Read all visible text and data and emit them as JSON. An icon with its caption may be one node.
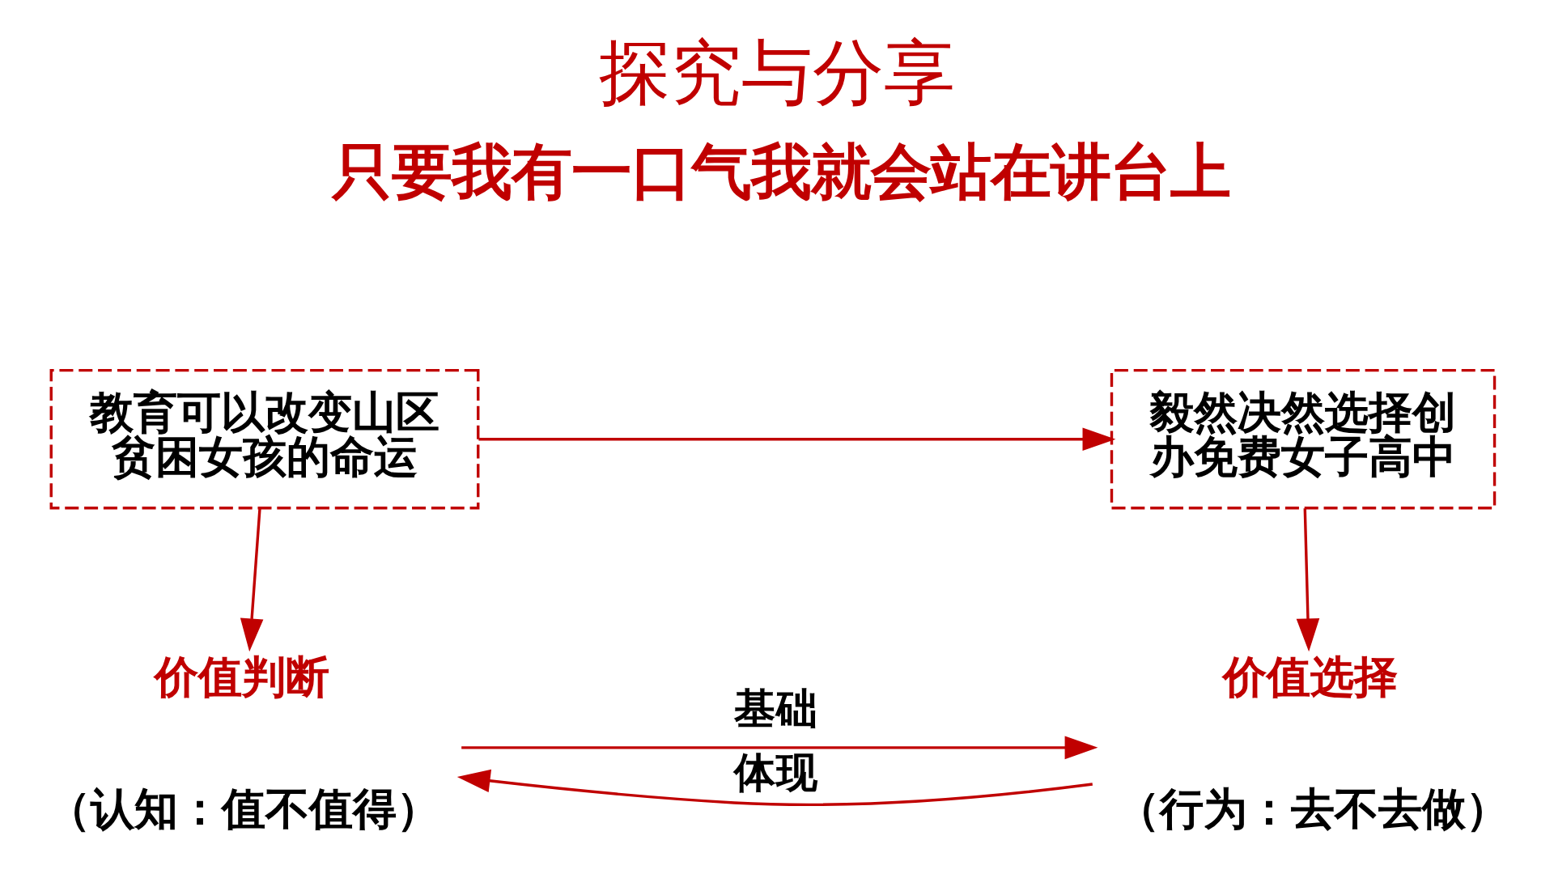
{
  "diagram": {
    "title": "探究与分享",
    "nodes": [
      {
        "text": [
          "教育可以改变山区贫困女孩的命运"
        ]
      },
      {
        "text": [
          "毅然决然选择创办免费女子高中"
        ]
      },
      {
        "text": [
          "价值判断"
        ],
        "beside": [
          "（认知：值不值得）"
        ]
      },
      {
        "text": [
          "价值选择"
        ],
        "beside": [
          "（行为：去不去做）"
        ]
      }
    ],
    "edges": [
      {
        "from": 0,
        "to": 1,
        "arrow": "to"
      },
      {
        "from": 0,
        "to": 2,
        "arrow": "to"
      },
      {
        "from": 1,
        "to": 3,
        "arrow": "to"
      },
      {
        "from": 2,
        "to": 3,
        "arrow": "to",
        "label": "基础"
      },
      {
        "from": 3,
        "to": 2,
        "arrow": "to",
        "label": "体现"
      }
    ],
    "labels": [
      "只要我有一口气我就会站在讲台上"
    ]
  }
}
